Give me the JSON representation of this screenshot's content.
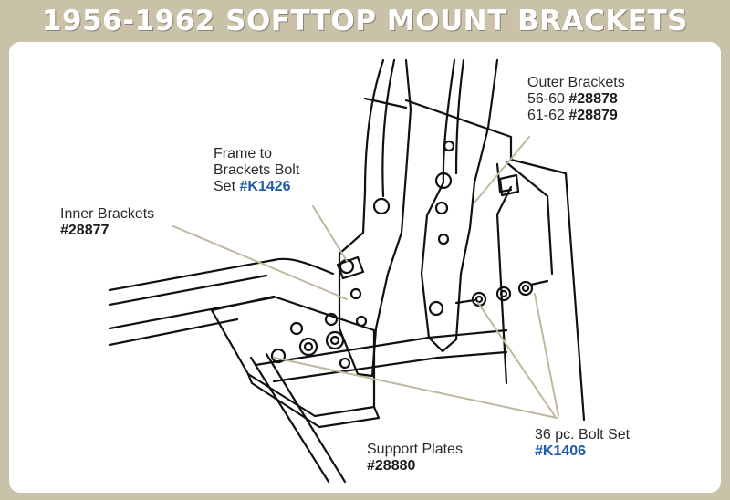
{
  "title": "1956-1962 SOFTTOP MOUNT BRACKETS",
  "labels": {
    "outer_brackets": {
      "heading": "Outer Brackets",
      "line1_prefix": "56-60 ",
      "line1_part": "#28878",
      "line2_prefix": "61-62 ",
      "line2_part": "#28879"
    },
    "frame_bolt": {
      "line1": "Frame to",
      "line2": "Brackets Bolt",
      "line3_prefix": "Set ",
      "line3_part": "#K1426"
    },
    "inner_brackets": {
      "heading": "Inner Brackets",
      "part": "#28877"
    },
    "support_plates": {
      "heading": "Support Plates",
      "part": "#28880"
    },
    "bolt_set": {
      "heading": "36 pc. Bolt Set",
      "part": "#K1406"
    }
  },
  "colors": {
    "title_band": "#c9c1a8",
    "leader_line": "#bfb79f",
    "part_number_blue": "#1e5aa8",
    "line_art": "#111111"
  }
}
